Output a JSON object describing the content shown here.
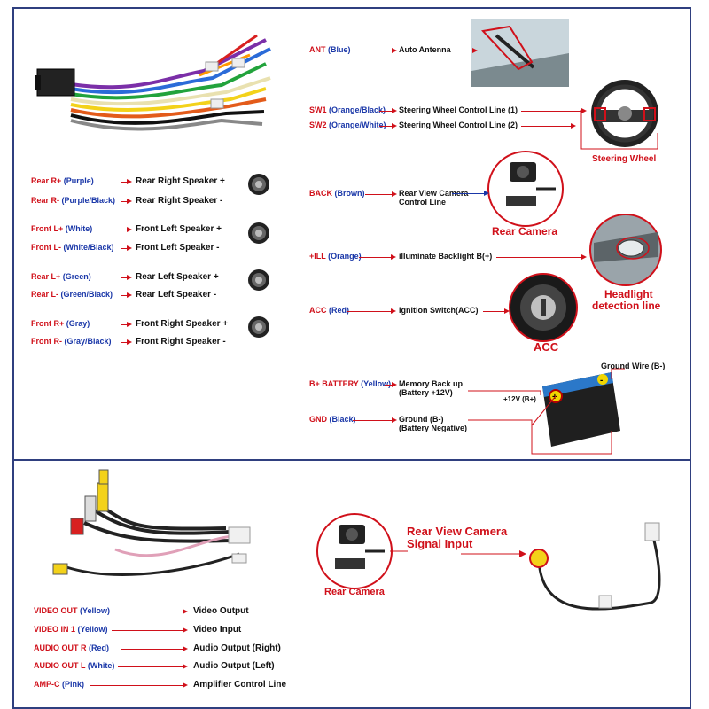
{
  "speaker_wires": [
    {
      "key": "Rear R+",
      "color": "(Purple)",
      "dest": "Rear Right Speaker +"
    },
    {
      "key": "Rear R-",
      "color": "(Purple/Black)",
      "dest": "Rear Right Speaker -"
    },
    {
      "key": "Front L+",
      "color": "(White)",
      "dest": "Front Left Speaker +"
    },
    {
      "key": "Front L-",
      "color": "(White/Black)",
      "dest": "Front Left Speaker -"
    },
    {
      "key": "Rear L+",
      "color": "(Green)",
      "dest": "Rear Left Speaker +"
    },
    {
      "key": "Rear L-",
      "color": "(Green/Black)",
      "dest": "Rear Left Speaker -"
    },
    {
      "key": "Front R+",
      "color": "(Gray)",
      "dest": "Front Right Speaker +"
    },
    {
      "key": "Front R-",
      "color": "(Gray/Black)",
      "dest": "Front Right Speaker -"
    }
  ],
  "right_wires": [
    {
      "key": "ANT",
      "color": "(Blue)",
      "dest": "Auto Antenna"
    },
    {
      "key": "SW1",
      "color": "(Orange/Black)",
      "dest": "Steering Wheel Control Line (1)"
    },
    {
      "key": "SW2",
      "color": "(Orange/White)",
      "dest": "Steering Wheel Control Line (2)"
    },
    {
      "key": "BACK",
      "color": "(Brown)",
      "dest": "Rear View Camera",
      "dest2": "Control Line"
    },
    {
      "key": "+ILL",
      "color": "(Orange)",
      "dest": "illuminate Backlight B(+)"
    },
    {
      "key": "ACC",
      "color": "(Red)",
      "dest": "Ignition Switch(ACC)"
    },
    {
      "key": "B+ BATTERY",
      "color": "(Yellow)",
      "dest": "Memory Back up",
      "dest2": "(Battery +12V)"
    },
    {
      "key": "GND",
      "color": "(Black)",
      "dest": "Ground (B-)",
      "dest2": "(Battery Negative)"
    }
  ],
  "captions": {
    "steering_wheel": "Steering Wheel",
    "rear_camera": "Rear Camera",
    "headlight_1": "Headlight",
    "headlight_2": "detection line",
    "acc": "ACC",
    "ground_wire": "Ground Wire (B-)",
    "plus12v": "+12V  (B+)"
  },
  "rca_wires": [
    {
      "key": "VIDEO OUT",
      "color": "(Yellow)",
      "dest": "Video Output"
    },
    {
      "key": "VIDEO IN 1",
      "color": "(Yellow)",
      "dest": "Video Input"
    },
    {
      "key": "AUDIO OUT R",
      "color": "(Red)",
      "dest": "Audio Output (Right)"
    },
    {
      "key": "AUDIO OUT L",
      "color": "(White)",
      "dest": "Audio Output (Left)"
    },
    {
      "key": "AMP-C",
      "color": "(Pink)",
      "dest": "Amplifier Control Line"
    }
  ],
  "camera_signal": {
    "title_1": "Rear View Camera",
    "title_2": "Signal Input",
    "camera_caption": "Rear Camera"
  },
  "colors": {
    "label_red": "#d0101a",
    "wire_color_blue": "#1a37a8",
    "frame": "#2f3f7f"
  }
}
